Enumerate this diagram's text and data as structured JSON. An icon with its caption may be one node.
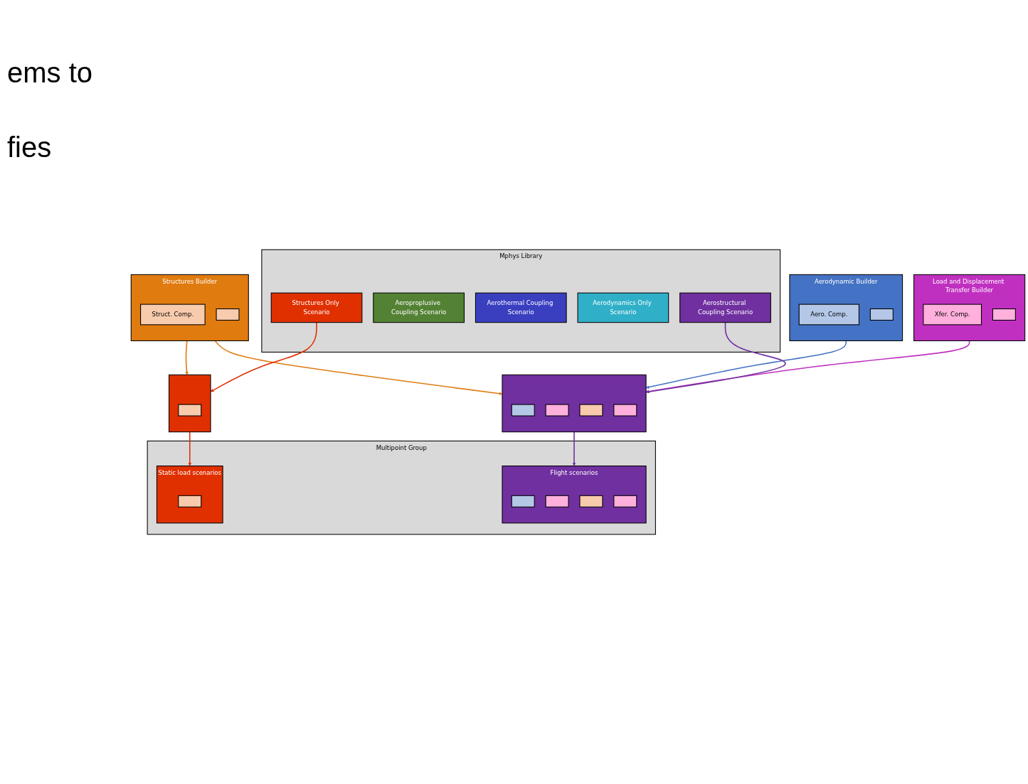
{
  "diagram": {
    "nodes": [
      {
        "text": [
          "Structures Builder"
        ]
      },
      {
        "text": [
          "Struct. Comp."
        ],
        "in": 0
      },
      {
        "text": [],
        "shape": "box",
        "in": 0
      },
      {
        "text": [
          "Aerodynamic Builder"
        ]
      },
      {
        "text": [
          "Aero. Comp."
        ],
        "in": 3
      },
      {
        "text": [],
        "shape": "box",
        "in": 3
      },
      {
        "text": [
          "Load and Displacement Transfer Builder"
        ]
      },
      {
        "text": [
          "Xfer. Comp."
        ],
        "in": 6
      },
      {
        "text": [],
        "shape": "box",
        "in": 6
      },
      {
        "text": [],
        "shape": "box"
      },
      {
        "text": [],
        "shape": "box",
        "in": 9
      },
      {
        "text": [],
        "shape": "box",
        "in": 9
      },
      {
        "text": [],
        "shape": "box",
        "in": 9
      },
      {
        "text": [],
        "shape": "box",
        "in": 9
      },
      {
        "text": [
          "Multipoint Group"
        ]
      },
      {
        "text": [
          "Flight scenarios"
        ],
        "in": 14
      },
      {
        "text": [],
        "shape": "box",
        "in": 15
      },
      {
        "text": [],
        "shape": "box",
        "in": 15
      },
      {
        "text": [],
        "shape": "box",
        "in": 15
      },
      {
        "text": [],
        "shape": "box",
        "in": 15
      },
      {
        "text": [
          "Static load scenarios"
        ],
        "in": 14
      },
      {
        "text": [],
        "shape": "box",
        "in": 20
      },
      {
        "text": [],
        "shape": "box"
      },
      {
        "text": [],
        "shape": "box",
        "in": 22
      },
      {
        "text": [
          "Mphys Library"
        ]
      },
      {
        "text": [
          "Aerostructural Coupling Scenario"
        ],
        "in": 24
      },
      {
        "text": [
          "Aeroproplusive Coupling Scenario"
        ],
        "in": 24
      },
      {
        "text": [
          "Aerothermal Coupling Scenario"
        ],
        "in": 24
      },
      {
        "text": [
          "Aerodynamics Only Scenario"
        ],
        "in": 24
      },
      {
        "text": [
          "Structures Only Scenario"
        ],
        "in": 24
      }
    ],
    "edges": [
      {
        "from": 0,
        "to": 9,
        "arrow": "to",
        "color": "#e07b10"
      },
      {
        "from": 0,
        "to": 22,
        "arrow": "to",
        "color": "#e07b10"
      },
      {
        "from": 3,
        "to": 9,
        "arrow": "to",
        "color": "#4472c4"
      },
      {
        "from": 6,
        "to": 9,
        "arrow": "to",
        "color": "#c030c0"
      },
      {
        "from": 25,
        "to": 9,
        "arrow": "to",
        "color": "#7030a0"
      },
      {
        "from": 9,
        "to": 15,
        "arrow": "to",
        "color": "#7030a0"
      },
      {
        "from": 29,
        "to": 22,
        "arrow": "to",
        "color": "#e03000"
      },
      {
        "from": 22,
        "to": 20,
        "arrow": "to",
        "color": "#e03000"
      }
    ],
    "labels": [
      "ems to",
      "fies"
    ]
  }
}
